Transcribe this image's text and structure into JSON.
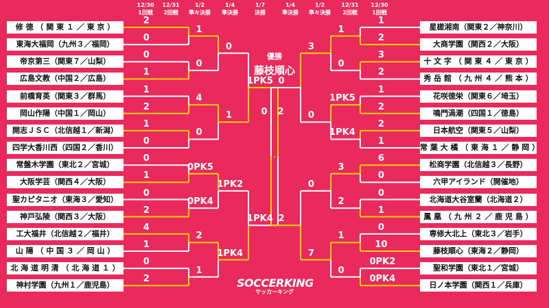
{
  "colors": {
    "background": "#ea2a5c",
    "winner_line": "#ffd400",
    "loser_line": "#ffffff"
  },
  "rounds_left": [
    {
      "date": "12/30",
      "name": "1回戦"
    },
    {
      "date": "12/31",
      "name": "2回戦"
    },
    {
      "date": "1/2",
      "name": "準々決勝"
    },
    {
      "date": "1/4",
      "name": "準決勝"
    },
    {
      "date": "1/7",
      "name": "決勝"
    }
  ],
  "rounds_right": [
    {
      "date": "1/4",
      "name": "準決勝"
    },
    {
      "date": "1/2",
      "name": "準々決勝"
    },
    {
      "date": "12/31",
      "name": "2回戦"
    },
    {
      "date": "12/30",
      "name": "1回戦"
    }
  ],
  "champion": {
    "label": "優勝",
    "name": "藤枝順心"
  },
  "logo": {
    "main": "SOCCERKING",
    "sub": "サッカーキング"
  },
  "left_teams": [
    "修 徳 （ 関 東 １ ／ 東 京 ）",
    "東海大福岡（九州３／福岡）",
    "帝京第三（関東７／山梨）",
    "広島文教（中国２／広島）",
    "前橋育英（関東３／群馬）",
    "岡山作陽（中国１／岡山）",
    "開志ＪＳＣ（北信越１／新潟）",
    "四学大香川西（四国２／香川）",
    "常盤木学園（東北２／宮城）",
    "大阪学芸（関西４／大阪）",
    "聖カピタニオ（東海３／愛知）",
    "神戸弘陵（関西３／大阪）",
    "工大福井（北信越２／福井）",
    "山 陽 （ 中 国 ３ ／ 岡 山 ）",
    "北 海 道 明 清 （ 北 海 道 １ ）",
    "神村学園（九州１／鹿児島）"
  ],
  "right_teams": [
    "星槎湘南（関東２／神奈川）",
    "大商学園（関西２／大阪）",
    "十 文 字 （ 関 東 ４ ／ 東 京 ）",
    "秀 岳 館 （ 九 州 ４ ／ 熊 本 ）",
    "花咲徳栄（関東６／埼玉）",
    "鳴門渦潮（四国１／徳島）",
    "日本航空（関東５／山梨）",
    "常 葉 大 橘 （ 東 海 １ ／ 静 岡 ）",
    "松商学園（北信越３／長野）",
    "六甲アイランド（開催地）",
    "北海道大谷室蘭（北海道２）",
    "鳳 凰 （ 九 州 ２ ／ 鹿 児 島 ）",
    "専修大北上（東北３／岩手）",
    "藤枝順心（東海２／静岡）",
    "聖和学園（東北１／宮城）",
    "日ノ本学園（関西１／兵庫）"
  ],
  "left_scores": {
    "r1": [
      [
        "2",
        "0"
      ],
      [
        "0",
        "1"
      ],
      [
        "1",
        "2"
      ],
      [
        "1",
        "0"
      ],
      [
        "0",
        "1"
      ],
      [
        "0",
        "2"
      ],
      [
        "4",
        "1"
      ],
      [
        "0",
        "2"
      ]
    ],
    "r2": [
      [
        "1",
        "0"
      ],
      [
        "4",
        "0"
      ],
      [
        "0PK5",
        "0PK4"
      ],
      [
        "2",
        "1"
      ]
    ],
    "qf": [
      [
        "0",
        "1"
      ],
      [
        "1PK2",
        "1PK4"
      ]
    ],
    "sf": [
      [
        "1PK5",
        "1PK4"
      ]
    ]
  },
  "right_scores": {
    "r1": [
      [
        "1",
        "2"
      ],
      [
        "3",
        "2"
      ],
      [
        "1",
        "2"
      ],
      [
        "2",
        "1"
      ],
      [
        "6",
        "0"
      ],
      [
        "0",
        "1"
      ],
      [
        "0",
        "10"
      ],
      [
        "0PK2",
        "0PK4"
      ]
    ],
    "r2": [
      [
        "1",
        "0"
      ],
      [
        "1PK5",
        "1PK4"
      ],
      [
        "3",
        "2"
      ],
      [
        "1",
        "0"
      ]
    ],
    "qf": [
      [
        "3",
        "0"
      ],
      [
        "0",
        "7"
      ]
    ],
    "sf": [
      [
        "0",
        "2"
      ]
    ]
  },
  "final_scores": [
    "0",
    "2"
  ]
}
